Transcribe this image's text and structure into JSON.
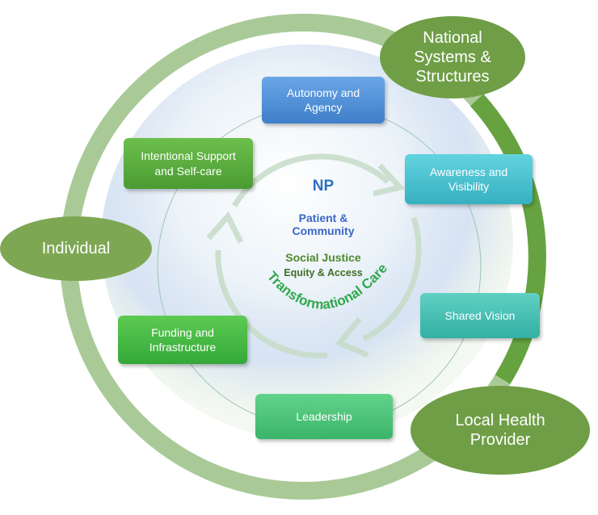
{
  "colors": {
    "ring_outer": "#96bd84",
    "ring_dark": "#63a03a",
    "oval_fill": "#6f9e46",
    "blue_box": "#4f8fd6",
    "green_box": "#4caa36",
    "teal_box": "#3dbcc8",
    "np_text": "#2d6fc4",
    "patient_text": "#3b67c4",
    "justice_text": "#4e8a2e",
    "transform_text": "#30a84a"
  },
  "ovals": {
    "national": "National\nSystems &\nStructures",
    "individual": "Individual",
    "local": "Local Health\nProvider"
  },
  "boxes": {
    "autonomy": "Autonomy and\nAgency",
    "awareness": "Awareness and\nVisibility",
    "shared_vision": "Shared Vision",
    "leadership": "Leadership",
    "funding": "Funding and\nInfrastructure",
    "intentional": "Intentional Support\nand Self-care"
  },
  "center": {
    "np": "NP",
    "patient": "Patient &\nCommunity",
    "social_justice": "Social Justice",
    "equity": "Equity & Access",
    "transformational": "Transformational Care"
  }
}
